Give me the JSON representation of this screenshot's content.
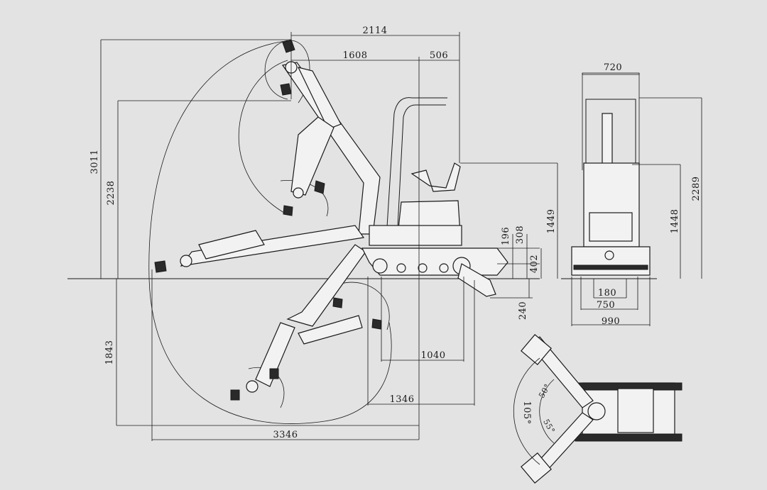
{
  "colors": {
    "background": "#e3e3e3",
    "line": "#1a1a1a"
  },
  "dimensions": {
    "top_total": "2114",
    "top_reach": "1608",
    "top_tail": "506",
    "front_width": "720",
    "max_dig_height": "3011",
    "max_dump_height": "2238",
    "machine_height": "1449",
    "ground_clearance": "196",
    "track_height": "308",
    "blade_height": "402",
    "blade_depth": "240",
    "max_dig_depth": "1843",
    "tail_swing": "1040",
    "min_swing_radius": "1346",
    "max_reach": "3346",
    "front_height_a": "1448",
    "front_height_b": "2289",
    "track_gap": "180",
    "track_width": "750",
    "blade_width": "990",
    "boom_swing_total": "105°",
    "boom_swing_left": "50°",
    "boom_swing_right": "55°"
  }
}
